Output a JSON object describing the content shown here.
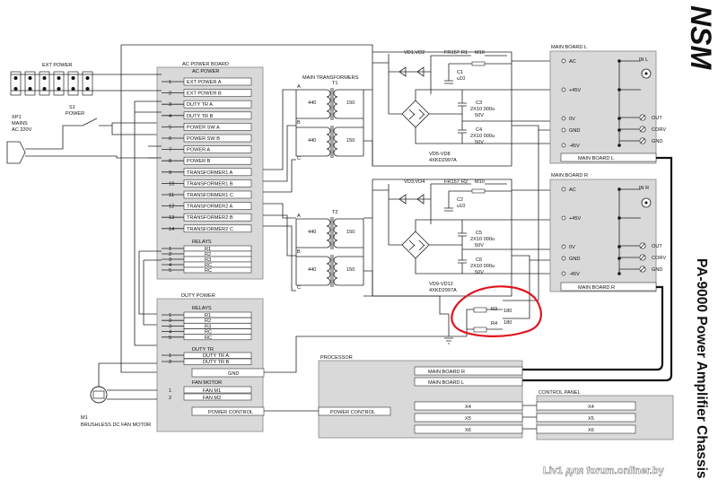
{
  "brand": {
    "logo": "NSM",
    "title": "PA-9000 Power Amplifier Chassis"
  },
  "watermark": "Liv1 для forum.onliner.by",
  "ext_power": {
    "label": "EXT POWER"
  },
  "mains": {
    "label1": "XP1",
    "label2": "MAINS",
    "label3": "AC 220V"
  },
  "switch": {
    "label1": "S1",
    "label2": "POWER"
  },
  "ac_power_board": {
    "title": "AC POWER BOARD",
    "subtitle": "AC POWER",
    "pins": [
      {
        "n": "1",
        "label": "EXT POWER A"
      },
      {
        "n": "2",
        "label": "EXT POWER B"
      },
      {
        "n": "3",
        "label": "DUTY TR A"
      },
      {
        "n": "4",
        "label": "DUTY TR B"
      },
      {
        "n": "5",
        "label": "POWER SW A"
      },
      {
        "n": "6",
        "label": "POWER SW B"
      },
      {
        "n": "7",
        "label": "POWER A"
      },
      {
        "n": "8",
        "label": "POWER B"
      },
      {
        "n": "9",
        "label": "TRANSFORMER1 A"
      },
      {
        "n": "10",
        "label": "TRANSFORMER1 B"
      },
      {
        "n": "11",
        "label": "TRANSFORMER1 C"
      },
      {
        "n": "12",
        "label": "TRANSFORMER2 A"
      },
      {
        "n": "13",
        "label": "TRANSFORMER2 B"
      },
      {
        "n": "14",
        "label": "TRANSFORMER2 C"
      }
    ],
    "relays_title": "RELAYS",
    "relays": [
      {
        "n": "1",
        "label": "R1"
      },
      {
        "n": "2",
        "label": "R2"
      },
      {
        "n": "3",
        "label": "R3"
      },
      {
        "n": "4",
        "label": "RC"
      },
      {
        "n": "5",
        "label": "RC"
      }
    ]
  },
  "duty_power_board": {
    "title": "DUTY POWER",
    "relays_title": "RELAYS",
    "relays": [
      {
        "n": "1",
        "label": "R1"
      },
      {
        "n": "2",
        "label": "R2"
      },
      {
        "n": "3",
        "label": "R3"
      },
      {
        "n": "4",
        "label": "RC"
      },
      {
        "n": "5",
        "label": "RC"
      }
    ],
    "duty_tr_title": "DUTY TR",
    "duty_tr": [
      {
        "n": "1",
        "label": "DUTY TR A"
      },
      {
        "n": "2",
        "label": "DUTY TR B"
      }
    ],
    "gnd": "GND",
    "fan_motor_title": "FAN MOTOR",
    "fan": [
      {
        "n": "1",
        "label": "FAN M1"
      },
      {
        "n": "2",
        "label": "FAN M2"
      }
    ],
    "power_control": "POWER CONTROL"
  },
  "fan_motor": {
    "label1": "M1",
    "label2": "BRUSHLESS DC FAN MOTOR"
  },
  "transformers": {
    "title": "MAIN TRANSFORMERS",
    "t1": "T1",
    "t2": "T2",
    "primary": "440",
    "secondary": "150",
    "taps": [
      "A",
      "B",
      "C"
    ]
  },
  "rectifier1": {
    "diodes": "VD1,VD2",
    "fuse": "FR157",
    "r": "R1",
    "rval": "M10",
    "c1": "C1",
    "c1val": "u10",
    "c3": "C3",
    "c3val": "2X10 000u",
    "c3v": "50V",
    "c4": "C4",
    "c4val": "2X10 000u",
    "c4v": "50V",
    "bridge": "VD5-VD8",
    "bridge_part": "4XKD2997A"
  },
  "rectifier2": {
    "diodes": "VD3,VD4",
    "fuse": "FR157",
    "r": "R2",
    "rval": "M10",
    "c2": "C2",
    "c2val": "u10",
    "c5": "C5",
    "c5val": "2X10 000u",
    "c5v": "50V",
    "c6": "C6",
    "c6val": "2X10 000u",
    "c6v": "50V",
    "bridge": "VD9-VD12",
    "bridge_part": "4XKD2997A"
  },
  "gnd_resistors": {
    "r3": "R3",
    "r3val": "180",
    "r4": "R4",
    "r4val": "180"
  },
  "main_board_l": {
    "title": "MAIN BOARD L",
    "pins": [
      "AC",
      "+45V",
      "0V",
      "GND",
      "-45V"
    ],
    "in": "IN L",
    "outs": [
      "OUT",
      "CORV",
      "GND"
    ],
    "footer": "MAIN BOARD L"
  },
  "main_board_r": {
    "title": "MAIN BOARD R",
    "pins": [
      "AC",
      "+45V",
      "0V",
      "GND",
      "-45V"
    ],
    "in": "IN R",
    "outs": [
      "OUT",
      "CORV",
      "GND"
    ],
    "footer": "MAIN BOARD R"
  },
  "processor": {
    "title": "PROCESSOR",
    "rows": [
      "MAIN BOARD R",
      "MAIN BOARD L"
    ],
    "power_control": "POWER CONTROL",
    "x": [
      "X4",
      "X5",
      "X6"
    ]
  },
  "control_panel": {
    "title": "CONTROL PANEL",
    "x": [
      "X4",
      "X5",
      "X6"
    ]
  },
  "colors": {
    "board_fill": "#d9d9d9",
    "highlight": "#e0141e",
    "ink": "#111111"
  }
}
